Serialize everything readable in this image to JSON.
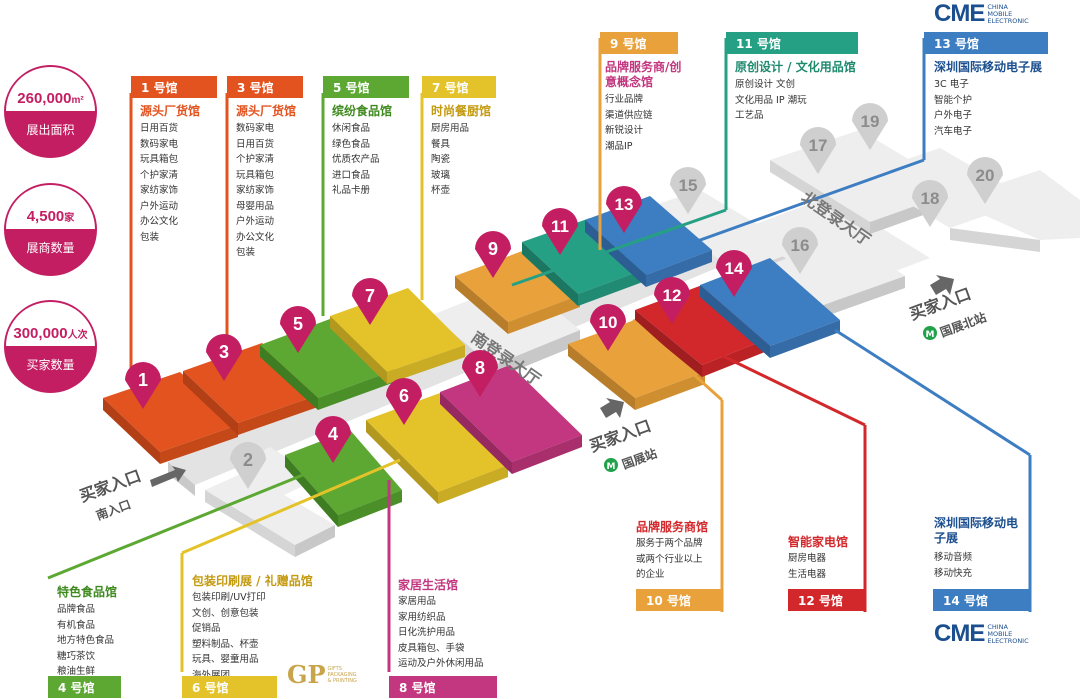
{
  "stats": [
    {
      "value": "260,000",
      "unit": "m²",
      "label": "展出面积"
    },
    {
      "value": "4,500",
      "unit": "家",
      "label": "展商数量"
    },
    {
      "value": "300,000",
      "unit": "人次",
      "label": "买家数量"
    }
  ],
  "top_halls": [
    {
      "tag": "1 号馆",
      "title": "源头厂货馆",
      "items": [
        "日用百货",
        "数码家电",
        "玩具箱包",
        "个护家清",
        "家纺家饰",
        "户外运动",
        "办公文化",
        "包装"
      ],
      "color": "#e3531f"
    },
    {
      "tag": "3 号馆",
      "title": "源头厂货馆",
      "items": [
        "数码家电",
        "日用百货",
        "个护家清",
        "玩具箱包",
        "家纺家饰",
        "母婴用品",
        "户外运动",
        "办公文化",
        "包装"
      ],
      "color": "#e3531f"
    },
    {
      "tag": "5 号馆",
      "title": "缤纷食品馆",
      "items": [
        "休闲食品",
        "绿色食品",
        "优质农产品",
        "进口食品",
        "礼品卡册"
      ],
      "color": "#5ca832"
    },
    {
      "tag": "7 号馆",
      "title": "时尚餐厨馆",
      "items": [
        "厨房用品",
        "餐具",
        "陶瓷",
        "玻璃",
        "杯壶"
      ],
      "color": "#e4c32a"
    },
    {
      "tag": "9 号馆",
      "title": "品牌服务商/创意概念馆",
      "items": [
        "行业品牌",
        "渠道供应链",
        "新锐设计",
        "潮品IP"
      ],
      "color": "#e9a23b"
    },
    {
      "tag": "11 号馆",
      "title": "原创设计 / 文化用品馆",
      "items": [
        "原创设计  文创",
        "文化用品  IP 潮玩",
        "工艺品"
      ],
      "color": "#26a085"
    },
    {
      "tag": "13 号馆",
      "title": "深圳国际移动电子展",
      "items": [
        "3C 电子",
        "智能个护",
        "户外电子",
        "汽车电子"
      ],
      "color": "#3d7dc1"
    }
  ],
  "bottom_halls": [
    {
      "tag": "4 号馆",
      "title": "特色食品馆",
      "items": [
        "品牌食品",
        "有机食品",
        "地方特色食品",
        "糖巧茶饮",
        "粮油生鲜"
      ],
      "color": "#5ca832"
    },
    {
      "tag": "6 号馆",
      "title": "包装印刷展 / 礼赠品馆",
      "items": [
        "包装印刷/UV打印",
        "文创、创意包装",
        "促销品",
        "塑料制品、杯壶",
        "玩具、婴童用品",
        "海外展团"
      ],
      "color": "#e4c32a"
    },
    {
      "tag": "8 号馆",
      "title": "家居生活馆",
      "items": [
        "家居用品",
        "家用纺织品",
        "日化洗护用品",
        "皮具箱包、手袋",
        "运动及户外休闲用品"
      ],
      "color": "#c2377f"
    },
    {
      "tag": "10 号馆",
      "title": "品牌服务商馆",
      "items": [
        "服务于两个品牌",
        "或两个行业以上",
        "的企业"
      ],
      "color": "#e9a23b"
    },
    {
      "tag": "12 号馆",
      "title": "智能家电馆",
      "items": [
        "厨房电器",
        "生活电器"
      ],
      "color": "#d3282b"
    },
    {
      "tag": "14 号馆",
      "title": "深圳国际移动电子展",
      "items": [
        "移动音频",
        "移动快充"
      ],
      "color": "#3d7dc1"
    }
  ],
  "map_numbers": [
    "1",
    "2",
    "3",
    "4",
    "5",
    "6",
    "7",
    "8",
    "9",
    "10",
    "11",
    "12",
    "13",
    "14",
    "15",
    "16",
    "17",
    "18",
    "19",
    "20"
  ],
  "halls_text": {
    "south": "南登录大厅",
    "north": "北登录大厅"
  },
  "entrances": {
    "buyer": "买家入口",
    "south_gate": "南入口",
    "station": "国展站",
    "north_station": "国展北站"
  },
  "logo": {
    "mark": "CME",
    "line1": "CHINA",
    "line2": "MOBILE",
    "line3": "ELECTRONIC"
  },
  "gifts_logo": {
    "mark": "GP",
    "text": "GIFTS PACKAGING & PRINTING"
  },
  "colors": {
    "accent": "#c41e63",
    "red": "#d3282b",
    "orange": "#e3531f",
    "green": "#5ca832",
    "yellow": "#e4c32a",
    "amber": "#e9a23b",
    "teal": "#26a085",
    "blue": "#3d7dc1",
    "magenta": "#c2377f",
    "gray": "#cfcfcf"
  }
}
